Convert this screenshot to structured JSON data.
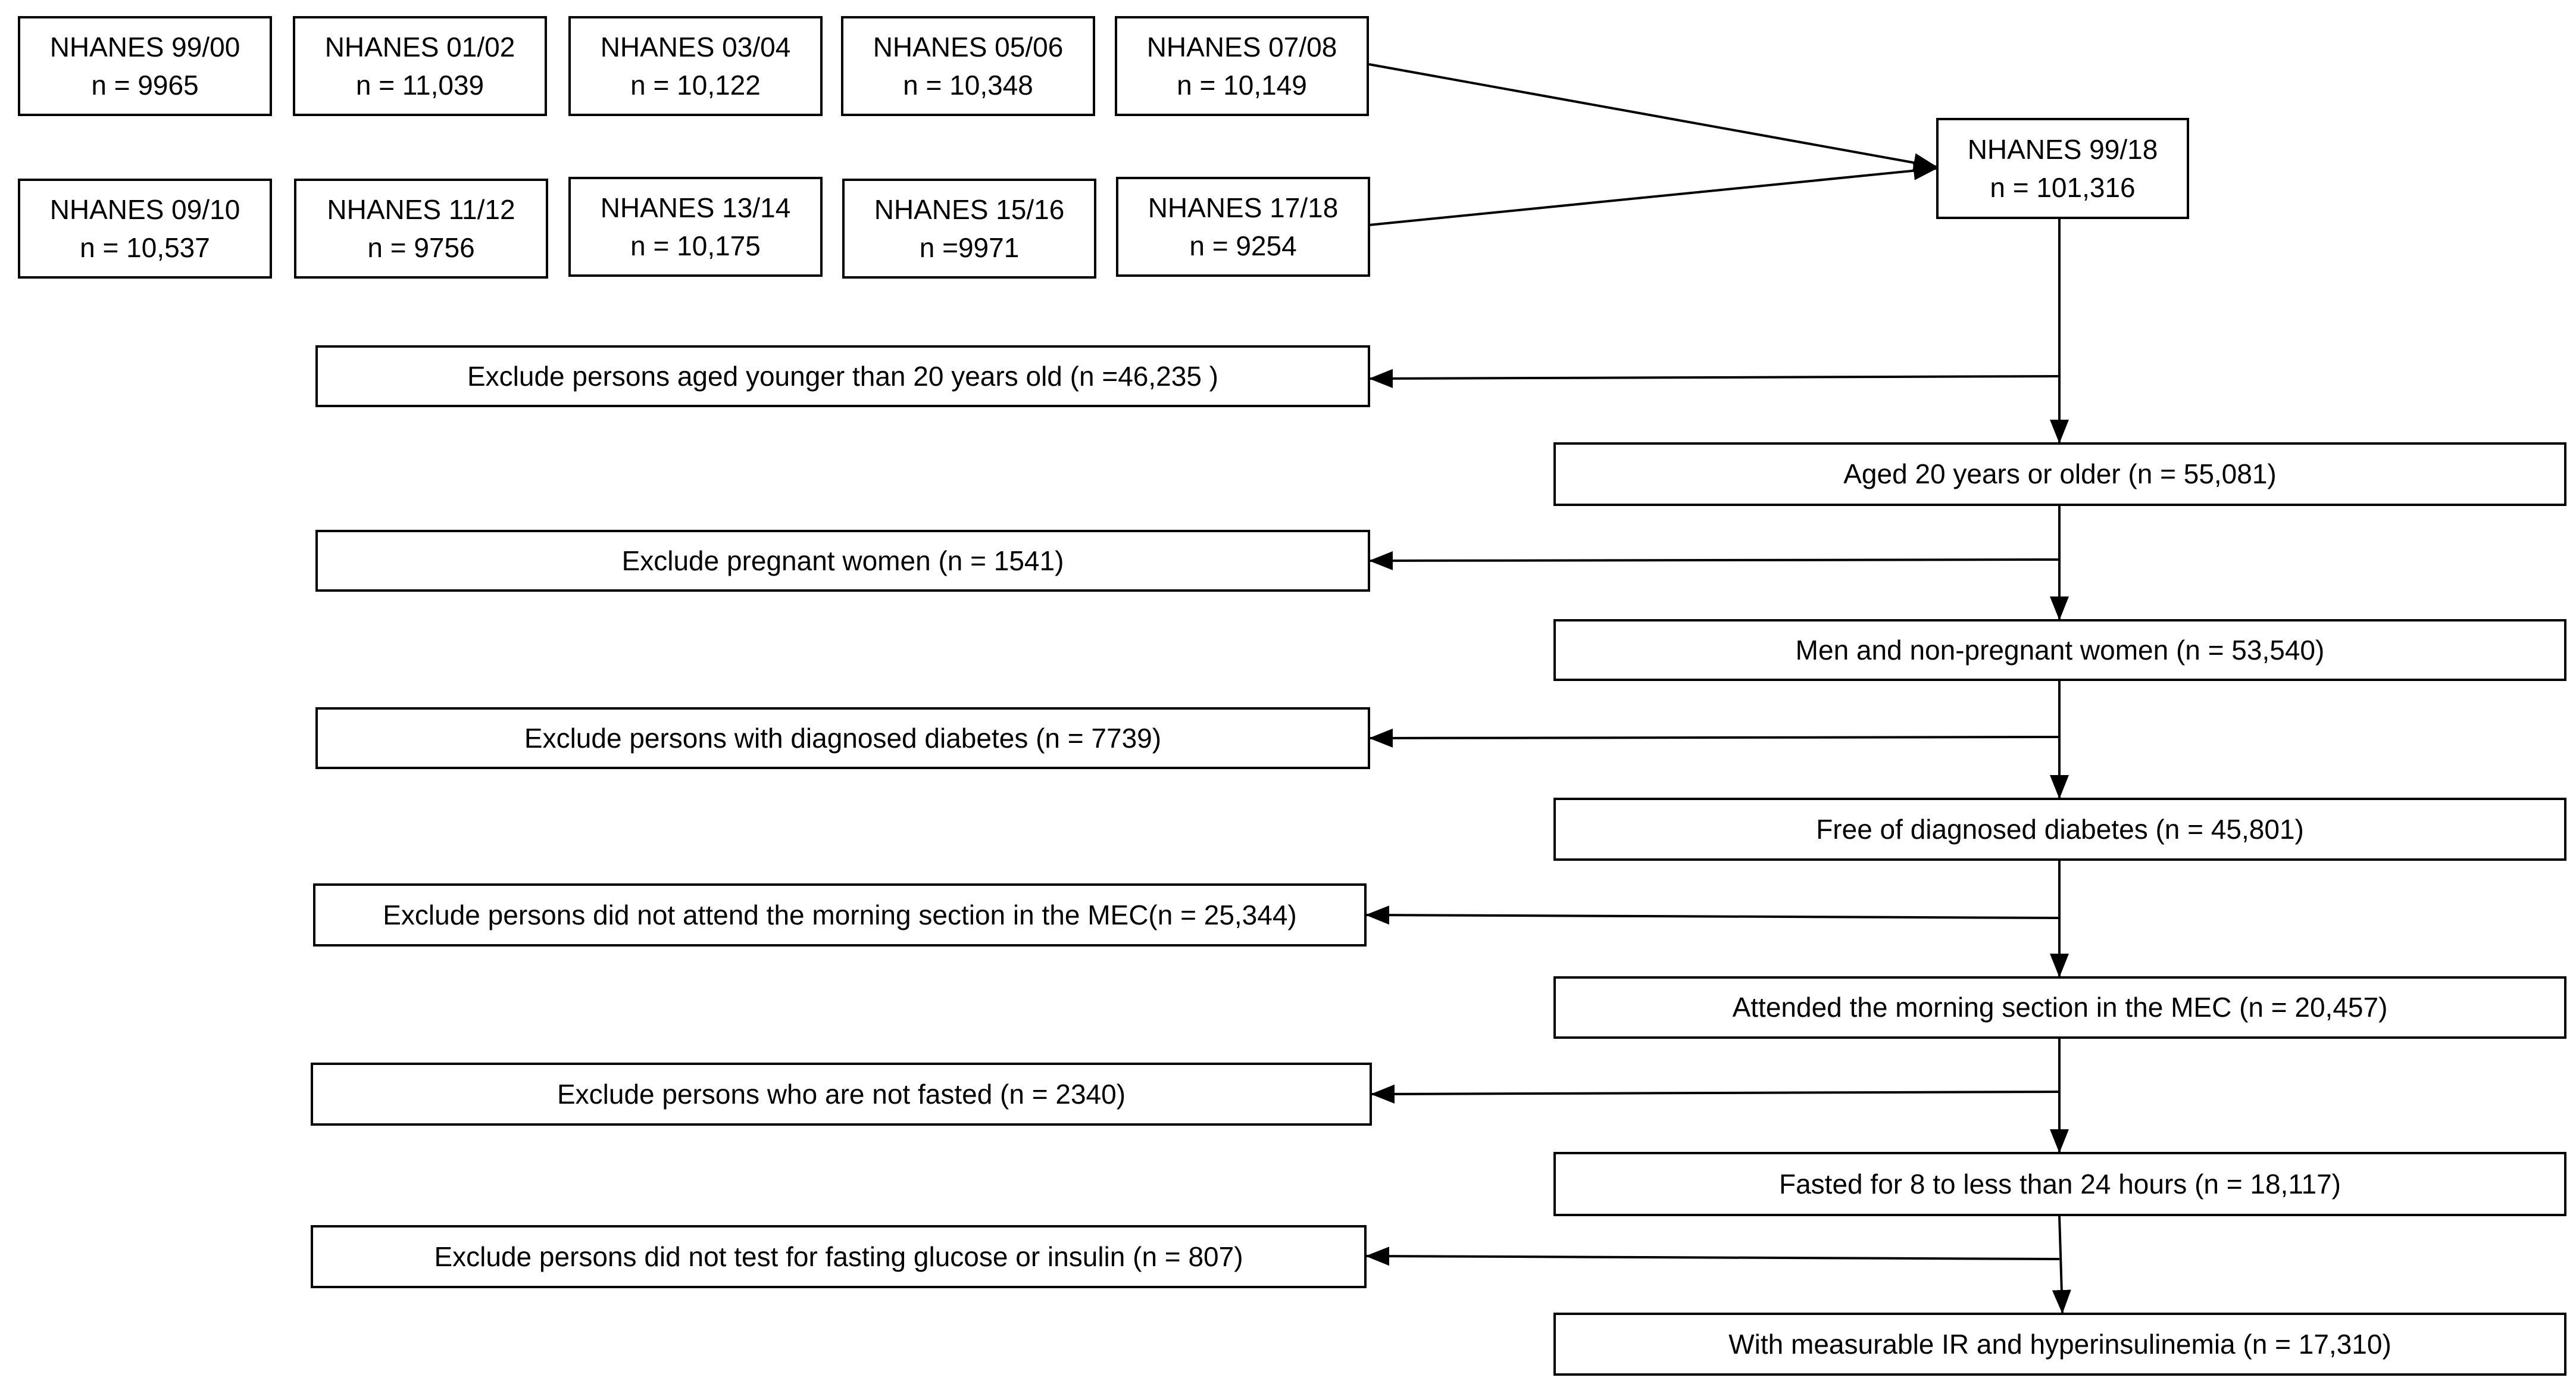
{
  "colors": {
    "stroke": "#000000",
    "background": "#ffffff",
    "text": "#000000"
  },
  "sources": [
    {
      "name": "NHANES 99/00",
      "n": "n = 9965"
    },
    {
      "name": "NHANES 01/02",
      "n": "n = 11,039"
    },
    {
      "name": "NHANES 03/04",
      "n": "n = 10,122"
    },
    {
      "name": "NHANES 05/06",
      "n": "n = 10,348"
    },
    {
      "name": "NHANES 07/08",
      "n": "n = 10,149"
    },
    {
      "name": "NHANES 09/10",
      "n": "n = 10,537"
    },
    {
      "name": "NHANES 11/12",
      "n": "n = 9756"
    },
    {
      "name": "NHANES 13/14",
      "n": "n = 10,175"
    },
    {
      "name": "NHANES 15/16",
      "n": "n =9971"
    },
    {
      "name": "NHANES 17/18",
      "n": "n = 9254"
    }
  ],
  "pooled": {
    "name": "NHANES 99/18",
    "n": "n = 101,316"
  },
  "included": [
    "Aged 20 years or older (n = 55,081)",
    "Men and non-pregnant women (n = 53,540)",
    "Free of diagnosed diabetes (n = 45,801)",
    "Attended the morning section in the MEC (n = 20,457)",
    "Fasted for 8 to less than 24 hours (n = 18,117)",
    "With measurable IR and hyperinsulinemia (n = 17,310)"
  ],
  "excluded": [
    "Exclude persons aged younger than 20 years old (n =46,235 )",
    "Exclude pregnant women (n = 1541)",
    "Exclude persons with diagnosed diabetes (n = 7739)",
    "Exclude persons did not attend the morning section in the MEC(n = 25,344)",
    "Exclude persons who are not fasted (n = 2340)",
    "Exclude persons did not test for fasting glucose or insulin (n = 807)"
  ]
}
